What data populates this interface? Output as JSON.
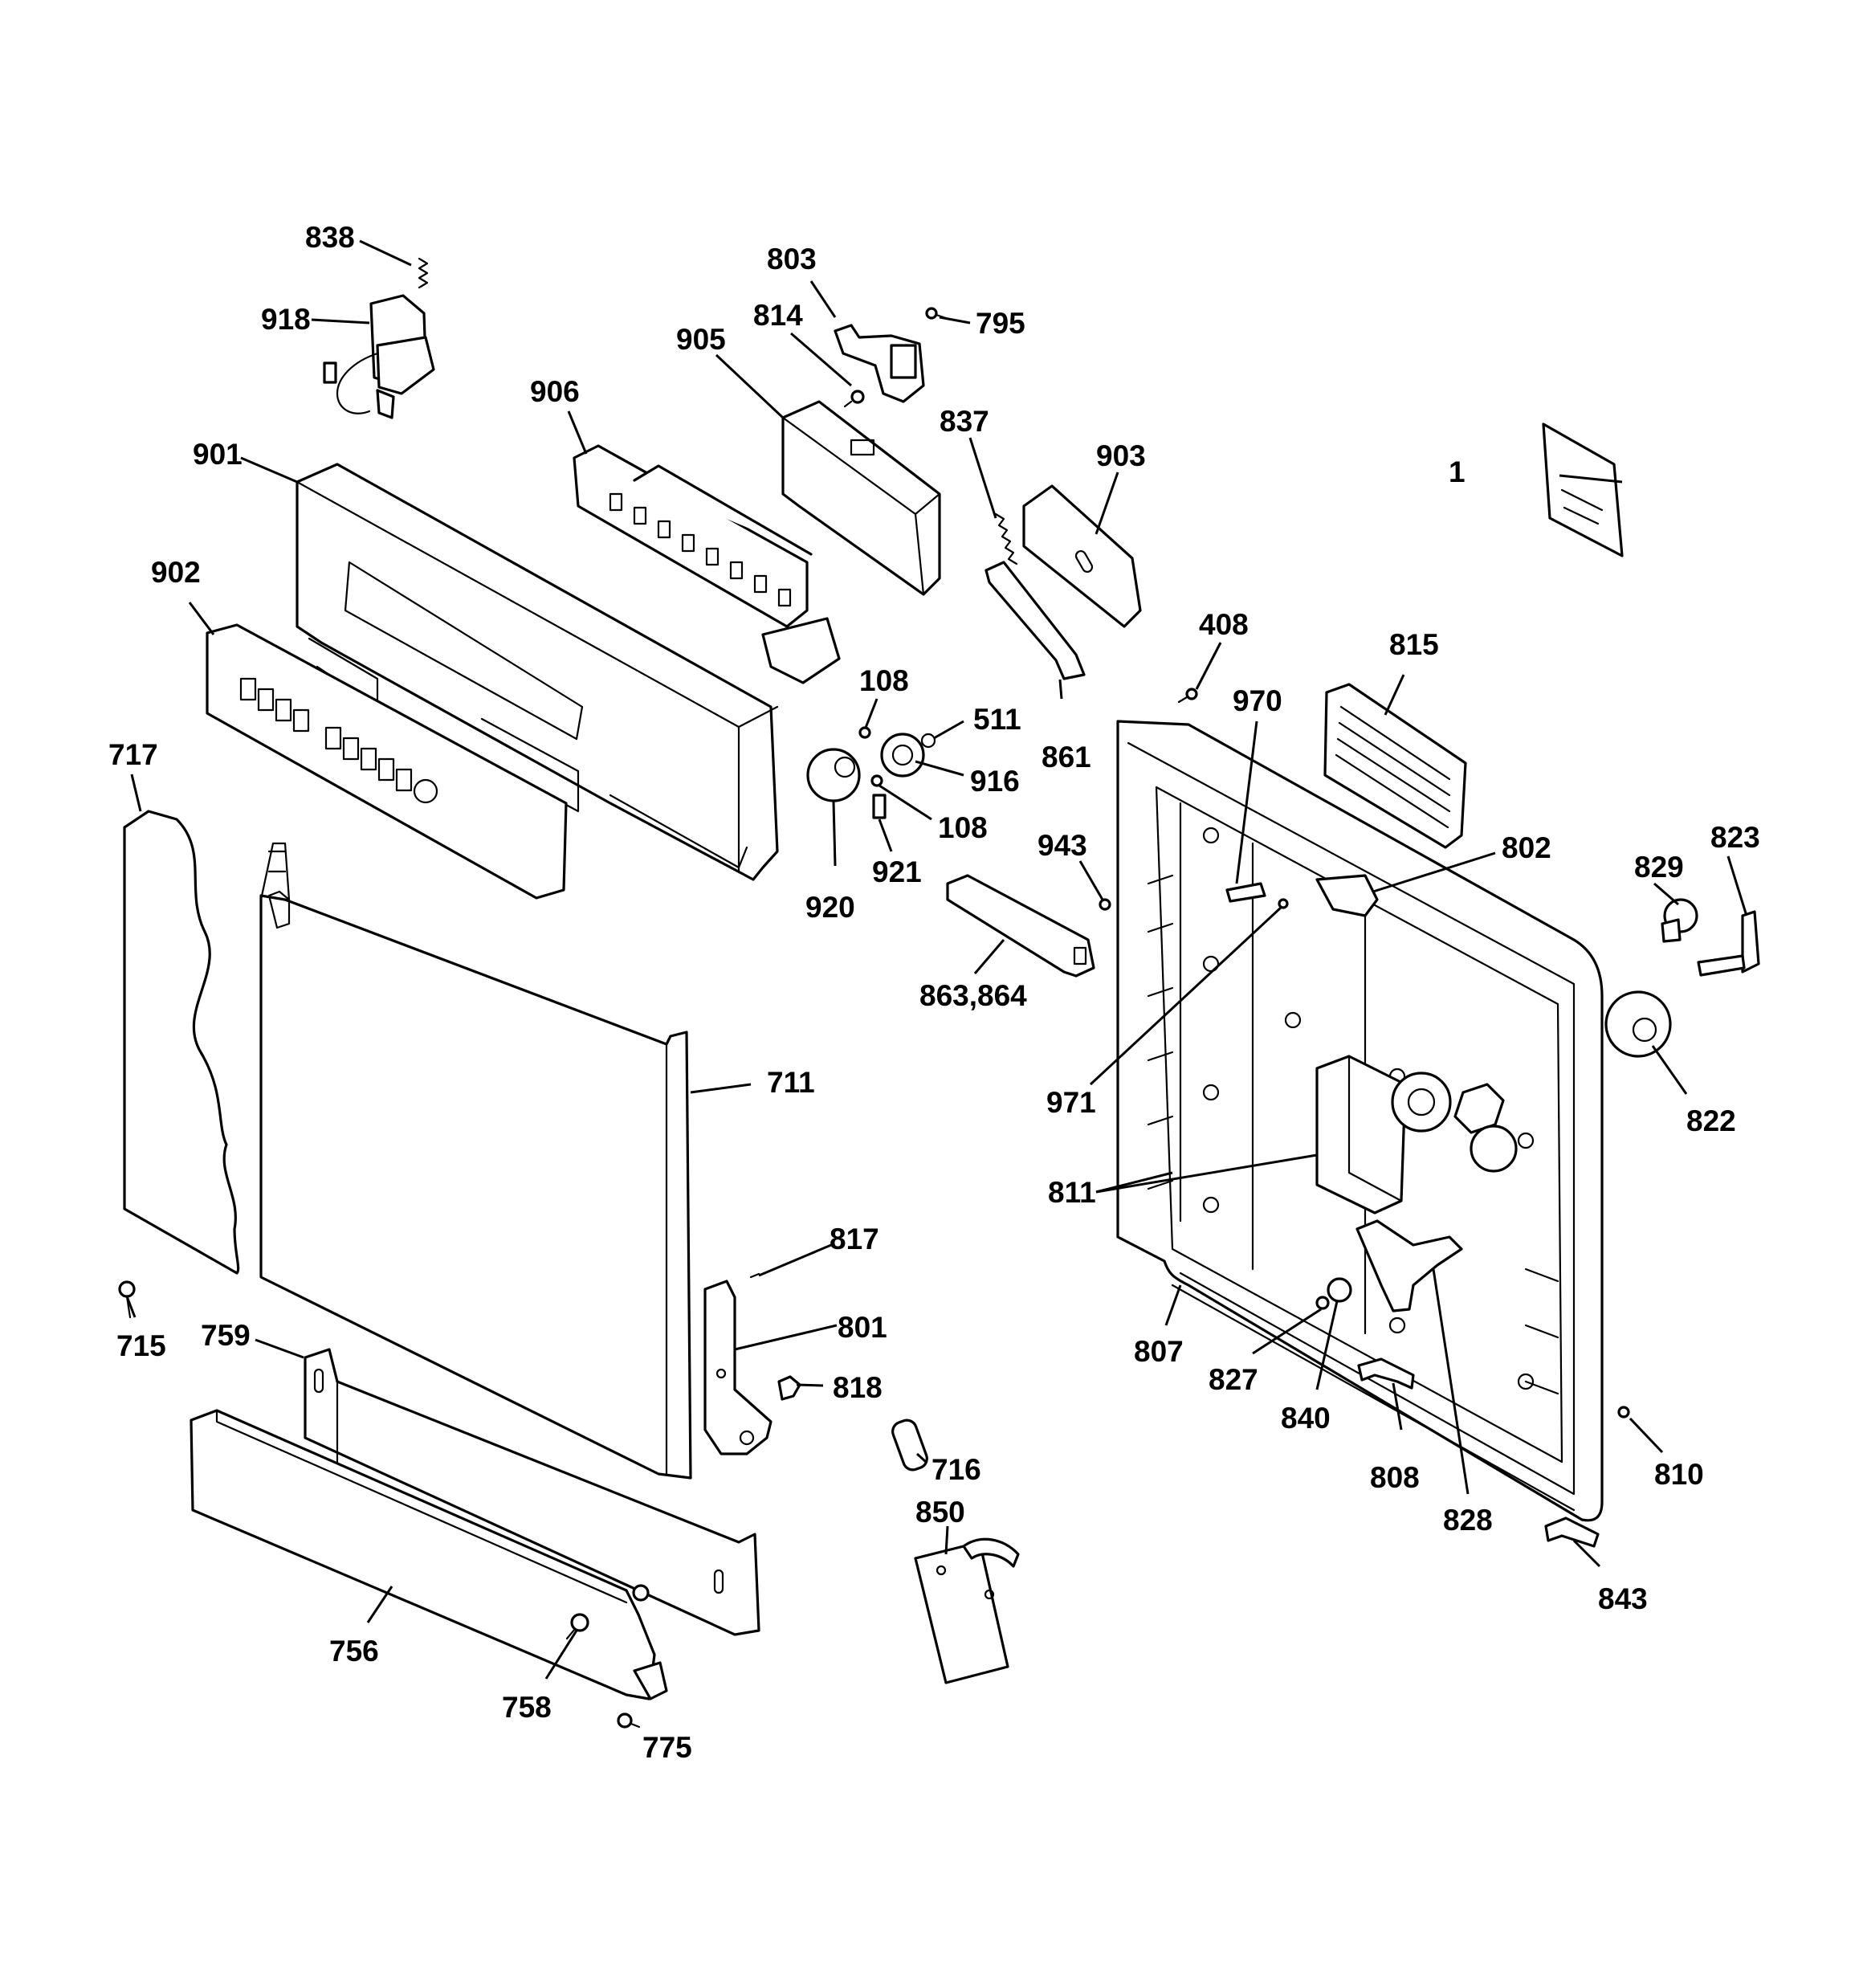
{
  "labels": {
    "l_1": "1",
    "l_838": "838",
    "l_918": "918",
    "l_901": "901",
    "l_902": "902",
    "l_717": "717",
    "l_715": "715",
    "l_803": "803",
    "l_814": "814",
    "l_795": "795",
    "l_905": "905",
    "l_906": "906",
    "l_837": "837",
    "l_903": "903",
    "l_861": "861",
    "l_108a": "108",
    "l_108b": "108",
    "l_511": "511",
    "l_916": "916",
    "l_920": "920",
    "l_921": "921",
    "l_863": "863,864",
    "l_943": "943",
    "l_408": "408",
    "l_970": "970",
    "l_815": "815",
    "l_802": "802",
    "l_829": "829",
    "l_823": "823",
    "l_822": "822",
    "l_971": "971",
    "l_811": "811",
    "l_807": "807",
    "l_827": "827",
    "l_840": "840",
    "l_808": "808",
    "l_828": "828",
    "l_810": "810",
    "l_843": "843",
    "l_711": "711",
    "l_817": "817",
    "l_801": "801",
    "l_818": "818",
    "l_759": "759",
    "l_756": "756",
    "l_758": "758",
    "l_775": "775",
    "l_716": "716",
    "l_850": "850"
  }
}
